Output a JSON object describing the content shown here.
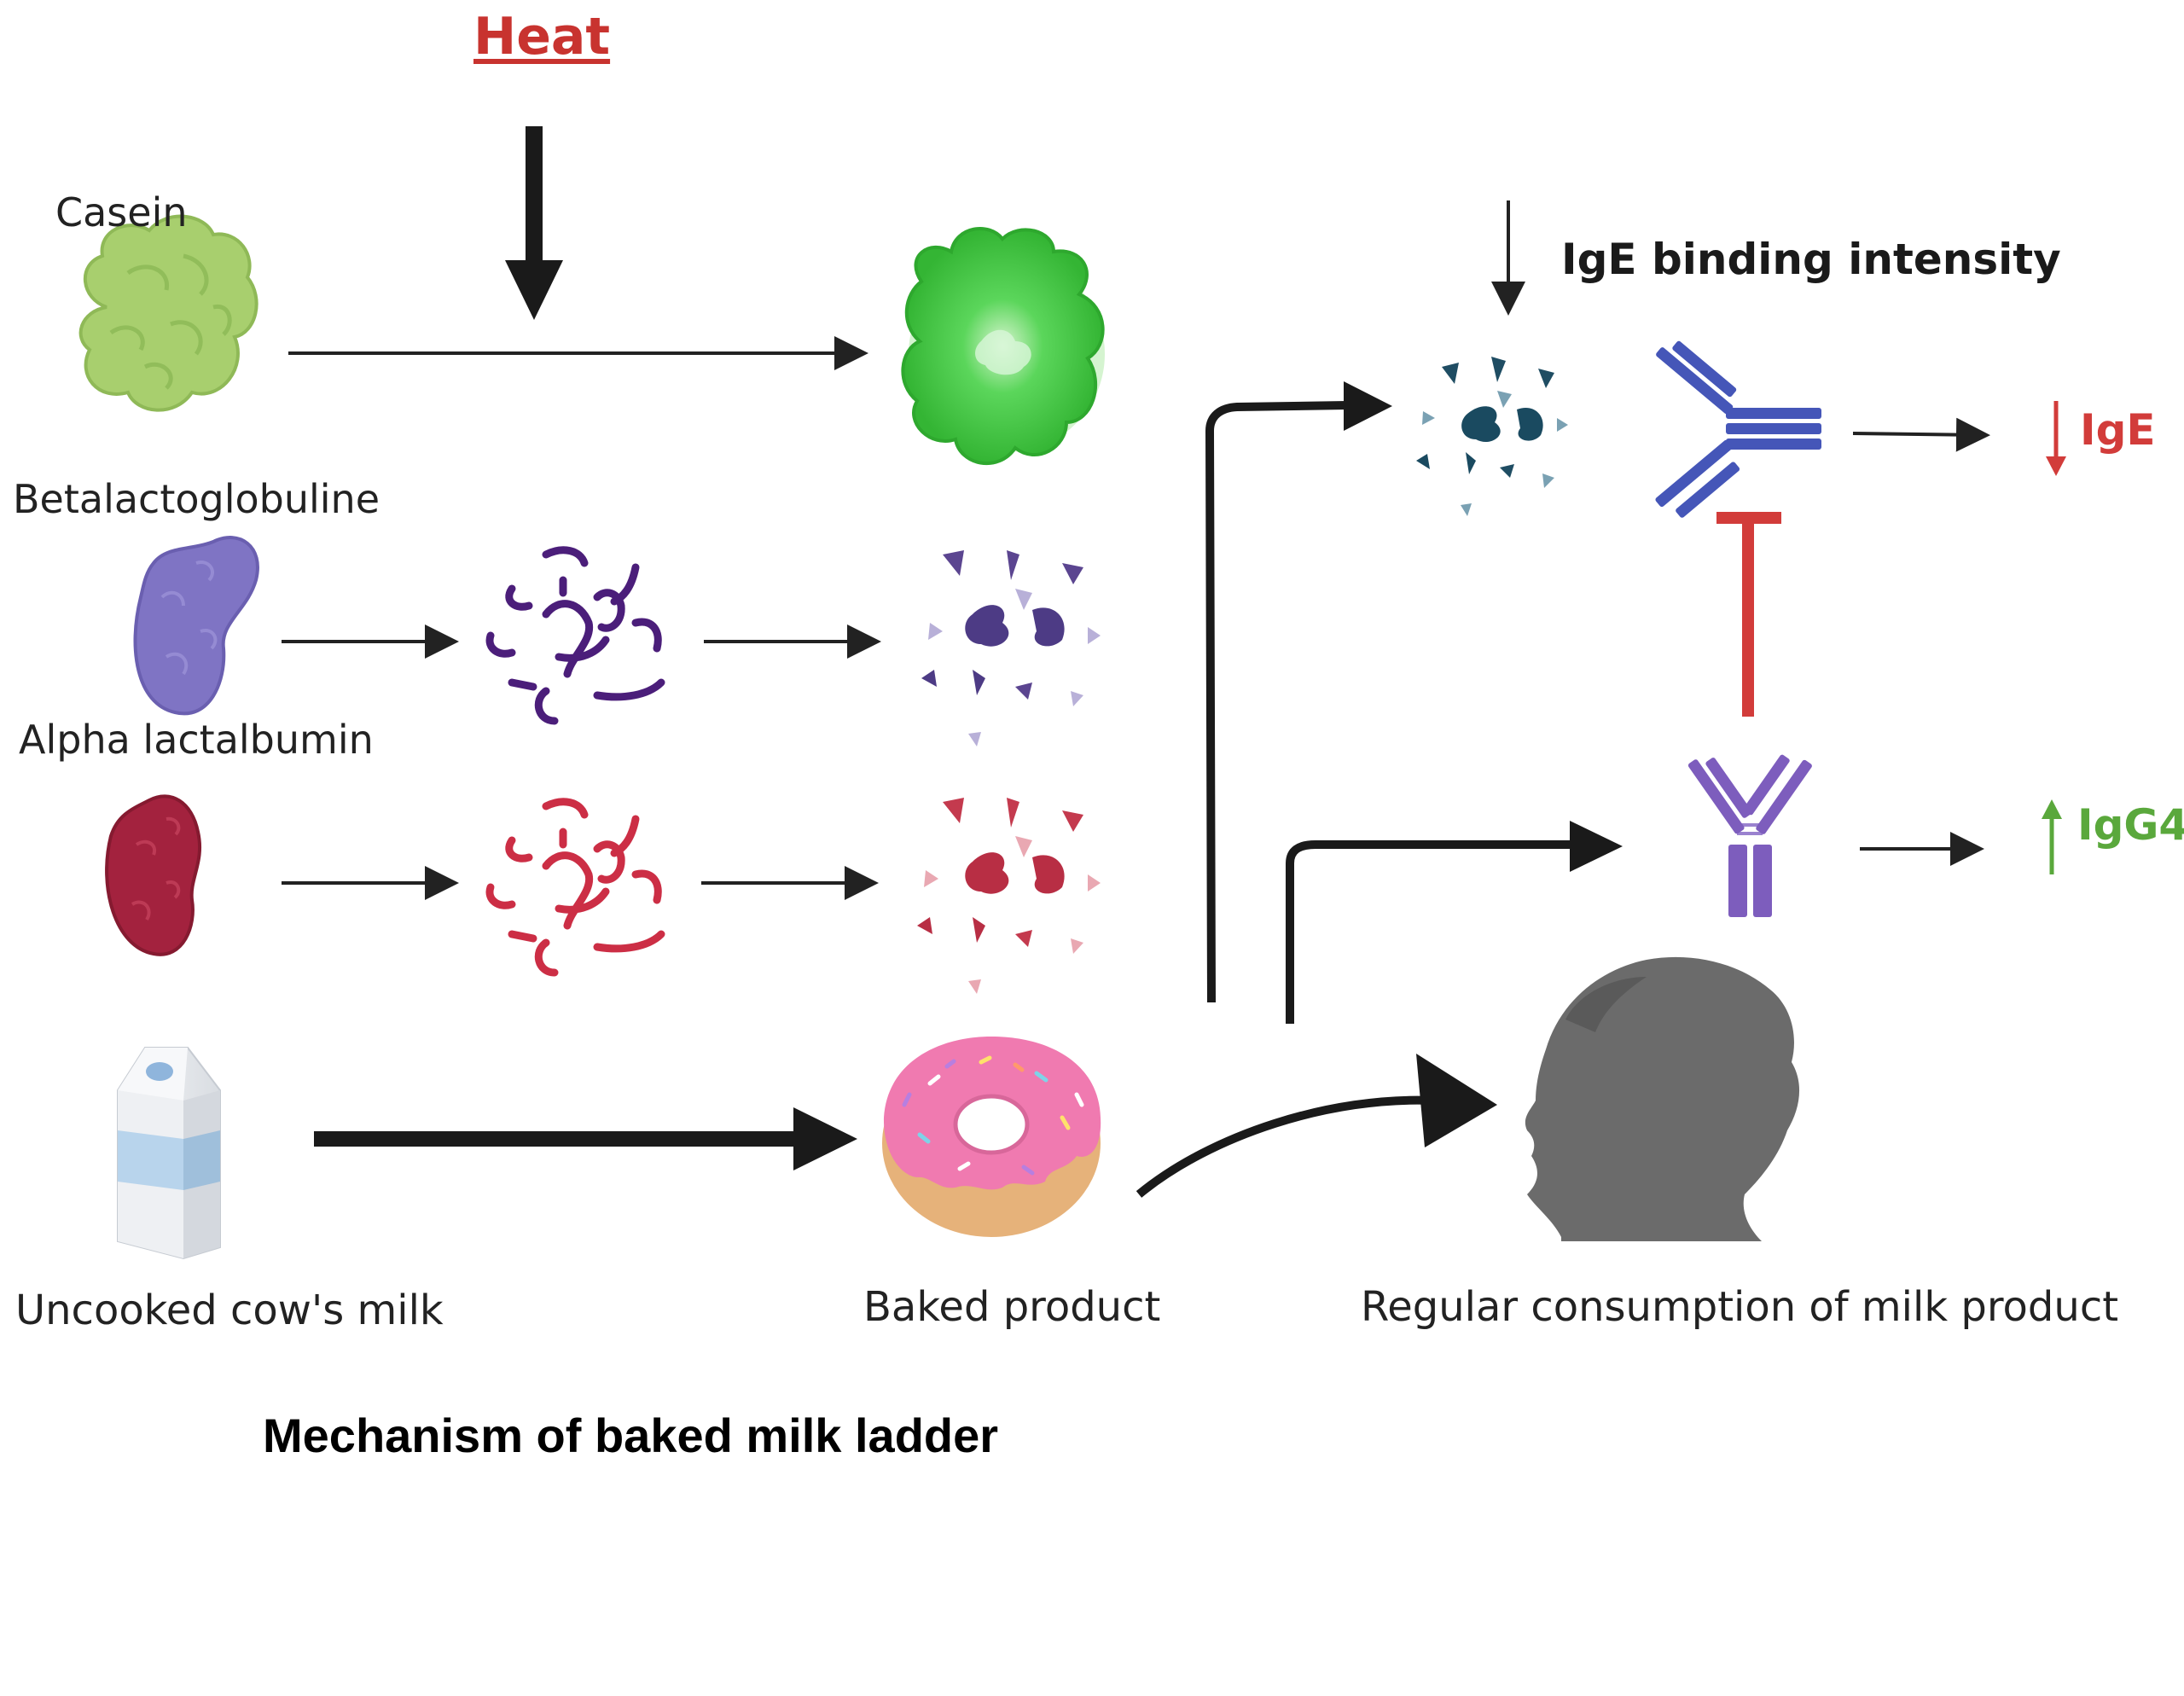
{
  "labels": {
    "heat": "Heat",
    "casein": "Casein",
    "betalactoglobuline": "Betalactoglobuline",
    "alpha_lactalbumin": "Alpha lactalbumin",
    "uncooked_milk": "Uncooked cow's milk",
    "baked_product": "Baked product",
    "regular_consumption": "Regular consumption of milk product",
    "ige_binding": "IgE  binding intensity",
    "ige": "IgE",
    "igg4": "IgG4"
  },
  "caption": "Mechanism of baked milk ladder",
  "colors": {
    "heat": "#c8332f",
    "casein": "#a8cf6e",
    "casein_heated": "#3fc23f",
    "betalactoglobuline": "#7f74c4",
    "betalactoglobuline_fragments": "#4b1e7a",
    "alpha_lactalbumin": "#a3223e",
    "alpha_lactalbumin_fragments": "#cc2e45",
    "ige_antibody": "#4556b8",
    "igg4_antibody": "#7d5dbd",
    "inhibition": "#d23c3a",
    "ige_fragments": "#1f4d63",
    "donut_icing": "#f07ab0",
    "child_silhouette": "#6b6b6b"
  },
  "icons": [
    "casein-protein-icon",
    "heated-casein-icon",
    "betalactoglobuline-protein-icon",
    "betalactoglobuline-unfolded-icon",
    "betalactoglobuline-fragments-icon",
    "alpha-lactalbumin-protein-icon",
    "alpha-lactalbumin-unfolded-icon",
    "alpha-lactalbumin-fragments-icon",
    "milk-carton-icon",
    "donut-icon",
    "child-head-icon",
    "ige-antibody-icon",
    "igg4-antibody-icon",
    "ige-fragments-icon"
  ]
}
